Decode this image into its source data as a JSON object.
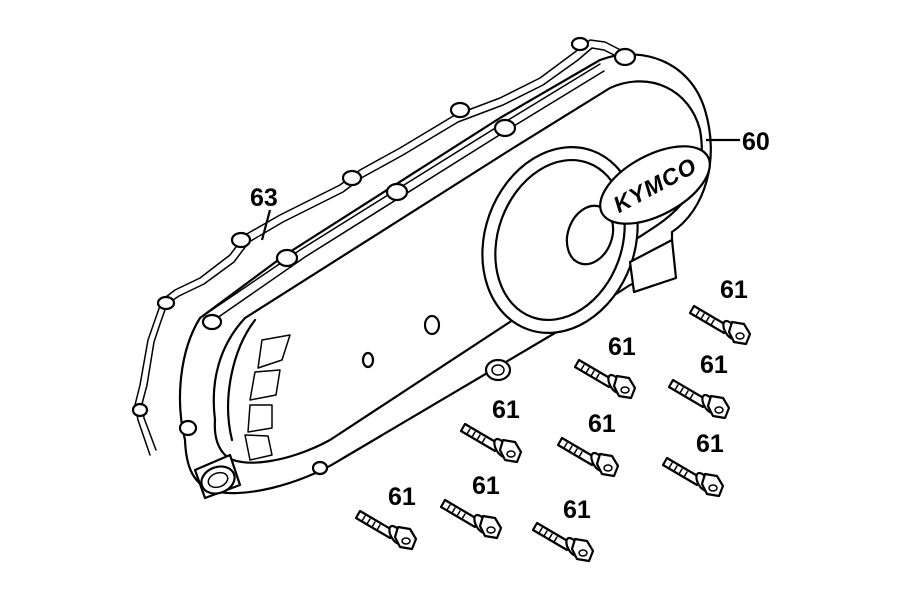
{
  "diagram": {
    "brand_mark": "KYMCO",
    "labels": {
      "cover": "60",
      "bolt": "61",
      "gasket": "63"
    }
  }
}
